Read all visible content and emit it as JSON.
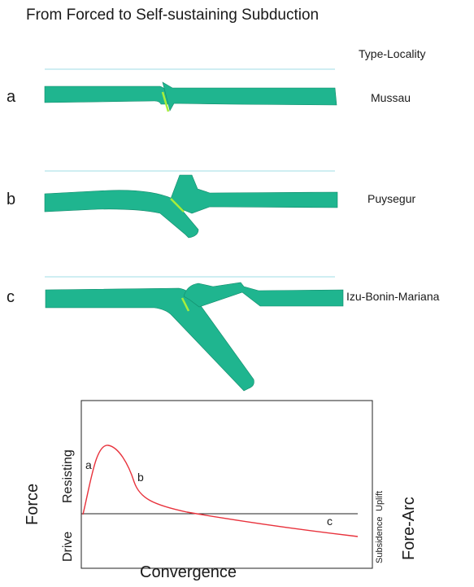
{
  "title": "From Forced to Self-sustaining Subduction",
  "type_locality_header": "Type-Locality",
  "panels": [
    {
      "letter": "a",
      "locality": "Mussau"
    },
    {
      "letter": "b",
      "locality": "Puysegur"
    },
    {
      "letter": "c",
      "locality": "Izu-Bonin-Mariana"
    }
  ],
  "colors": {
    "plate": "#1fb58f",
    "plate_edge": "#128a6a",
    "fault": "#a8ee3a",
    "sea_level": "#bfe8ee",
    "curve": "#e8323c",
    "axis": "#222222"
  },
  "graph": {
    "y_label": "Force",
    "x_label": "Convergence",
    "y_upper_label": "Resisting",
    "y_lower_label": "Drive",
    "right_label": "Fore-Arc",
    "right_upper_label": "Uplift",
    "right_lower_label": "Subsidence",
    "point_labels": [
      "a",
      "b",
      "c"
    ]
  }
}
